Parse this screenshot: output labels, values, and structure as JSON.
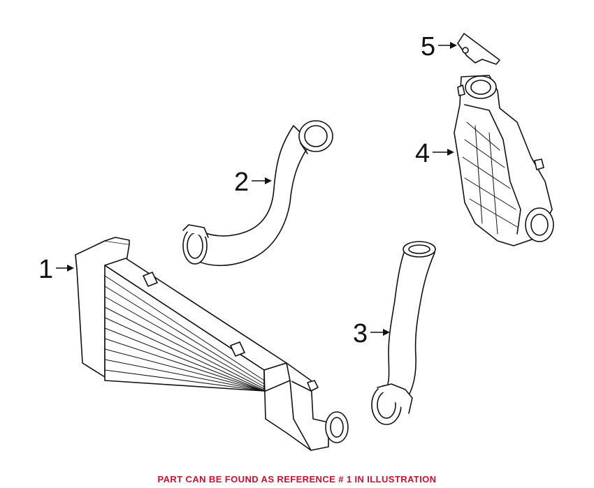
{
  "callouts": [
    {
      "number": "1"
    },
    {
      "number": "2"
    },
    {
      "number": "3"
    },
    {
      "number": "4"
    },
    {
      "number": "5"
    }
  ],
  "caption": "PART CAN BE FOUND AS REFERENCE # 1 IN ILLUSTRATION",
  "colors": {
    "caption": "#c8102e",
    "lines": "#111111",
    "background": "#ffffff"
  }
}
